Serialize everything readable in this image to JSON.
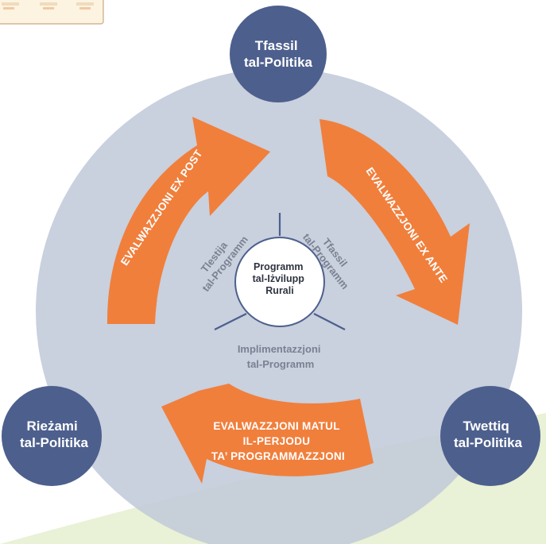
{
  "colors": {
    "big_circle": "#c2c9d9",
    "node_fill": "#4d5f8d",
    "arrow_fill": "#f07f3c",
    "spoke_line": "#4d5f8d",
    "center_fill": "#ffffff",
    "green_band": "#e9f1d6",
    "top_left_box": "#fdf3e1"
  },
  "nodes": {
    "top": {
      "line1": "Tfassil",
      "line2": "tal-Politika"
    },
    "left": {
      "line1": "Rieżami",
      "line2": "tal-Politika"
    },
    "right": {
      "line1": "Twettiq",
      "line2": "tal-Politika"
    }
  },
  "center": {
    "line1": "Programm",
    "line2": "tal-Iżvilupp",
    "line3": "Rurali"
  },
  "arrows": {
    "ex_post": "EVALWAZZJONI EX POST",
    "ex_ante": "EVALWAZZJONI EX ANTE",
    "during": {
      "line1": "EVALWAZZJONI MATUL",
      "line2": "IL-PERJODU",
      "line3": "TA’ PROGRAMMAZZJONI"
    }
  },
  "spokes": {
    "testing": {
      "line1": "Tlestija",
      "line2": "tal-Programm"
    },
    "design": {
      "line1": "Tfassil",
      "line2": "tal-Programm"
    },
    "implementation": {
      "line1": "Implimentazzjoni",
      "line2": "tal-Programm"
    }
  }
}
